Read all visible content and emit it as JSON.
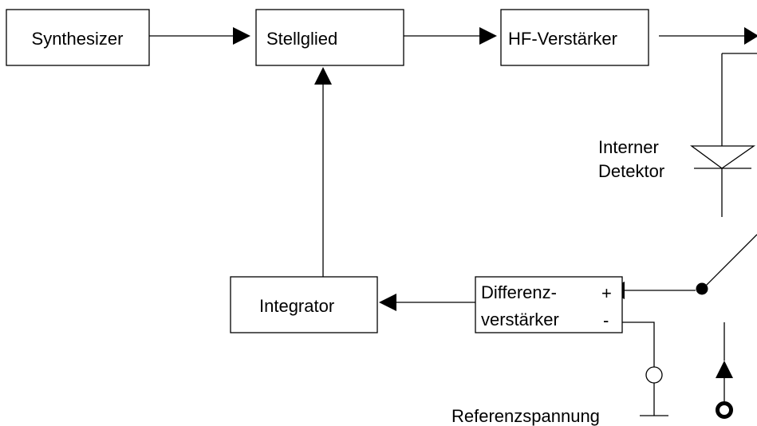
{
  "blocks": {
    "synthesizer": "Synthesizer",
    "stellglied": "Stellglied",
    "hf_verstaerker": "HF-Verstärker",
    "integrator": "Integrator",
    "differenzverstaerker_line1": "Differenz-",
    "differenzverstaerker_line2": "verstärker"
  },
  "detector": {
    "label_line1": "Interner",
    "label_line2": "Detektor"
  },
  "signs": {
    "plus": "+",
    "minus": "-"
  },
  "reference": {
    "label": "Referenzspannung"
  }
}
